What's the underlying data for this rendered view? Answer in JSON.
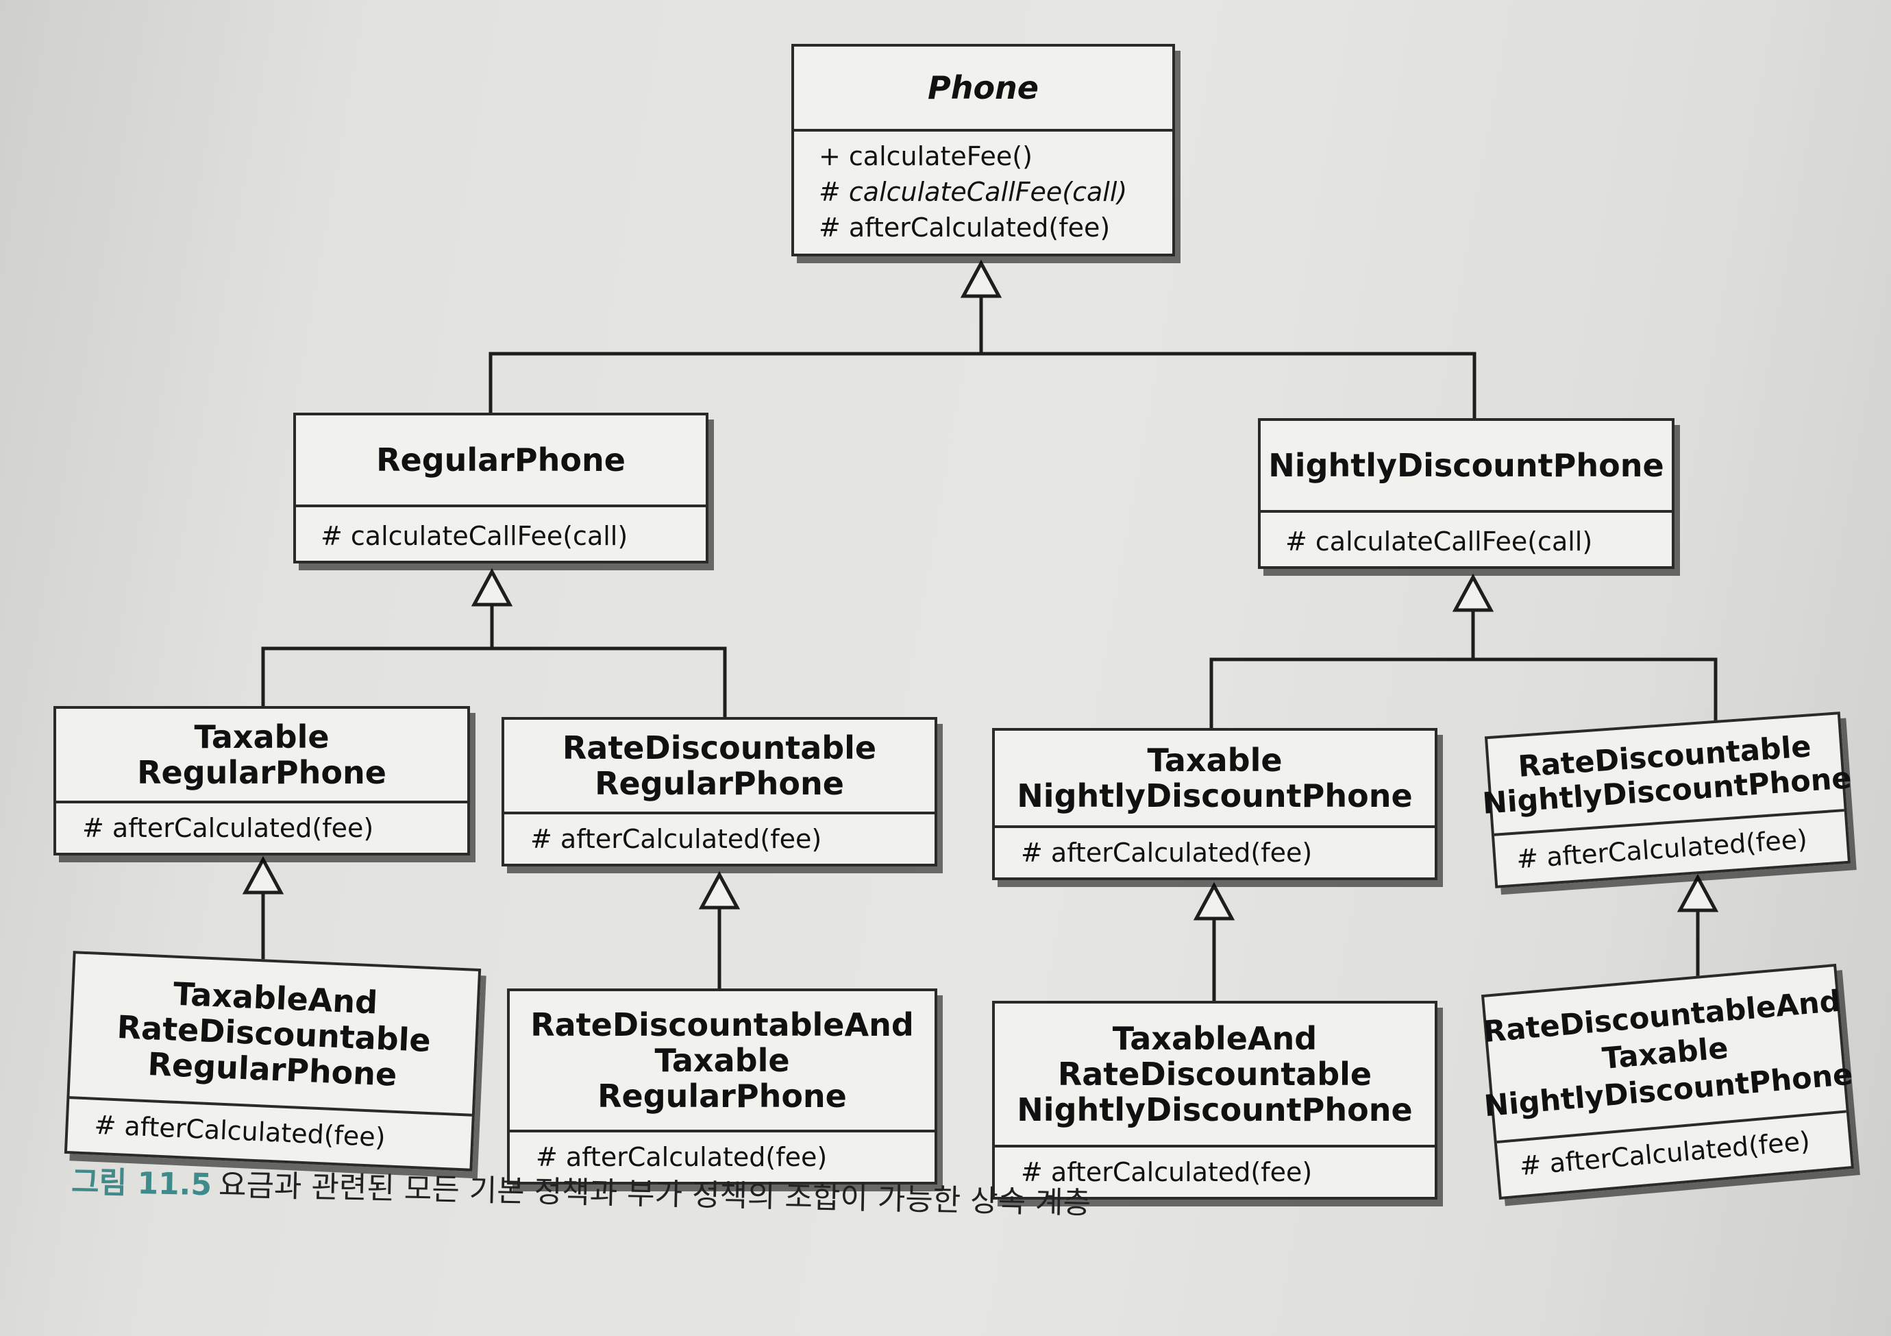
{
  "classes": {
    "phone": {
      "name": "Phone",
      "ops": [
        "+ calculateFee()",
        "# calculateCallFee(call)",
        "# afterCalculated(fee)"
      ]
    },
    "regular": {
      "name": "RegularPhone",
      "ops": [
        "# calculateCallFee(call)"
      ]
    },
    "nightly": {
      "name": "NightlyDiscountPhone",
      "ops": [
        "# calculateCallFee(call)"
      ]
    },
    "taxable_regular": {
      "name": "Taxable\nRegularPhone",
      "ops": [
        "# afterCalculated(fee)"
      ]
    },
    "rate_regular": {
      "name": "RateDiscountable\nRegularPhone",
      "ops": [
        "# afterCalculated(fee)"
      ]
    },
    "taxable_nightly": {
      "name": "Taxable\nNightlyDiscountPhone",
      "ops": [
        "# afterCalculated(fee)"
      ]
    },
    "rate_nightly": {
      "name": "RateDiscountable\nNightlyDiscountPhone",
      "ops": [
        "# afterCalculated(fee)"
      ]
    },
    "taxable_rate_regular": {
      "name": "TaxableAnd\nRateDiscountable\nRegularPhone",
      "ops": [
        "# afterCalculated(fee)"
      ]
    },
    "rate_taxable_regular": {
      "name": "RateDiscountableAnd\nTaxable\nRegularPhone",
      "ops": [
        "# afterCalculated(fee)"
      ]
    },
    "taxable_rate_nightly": {
      "name": "TaxableAnd\nRateDiscountable\nNightlyDiscountPhone",
      "ops": [
        "# afterCalculated(fee)"
      ]
    },
    "rate_taxable_nightly": {
      "name": "RateDiscountableAnd\nTaxable\nNightlyDiscountPhone",
      "ops": [
        "# afterCalculated(fee)"
      ]
    }
  },
  "caption": {
    "label": "그림 11.5",
    "text": "요금과 관련된 모든 기본 정책과 부가 정책의 조합이 가능한 상속 계층"
  }
}
